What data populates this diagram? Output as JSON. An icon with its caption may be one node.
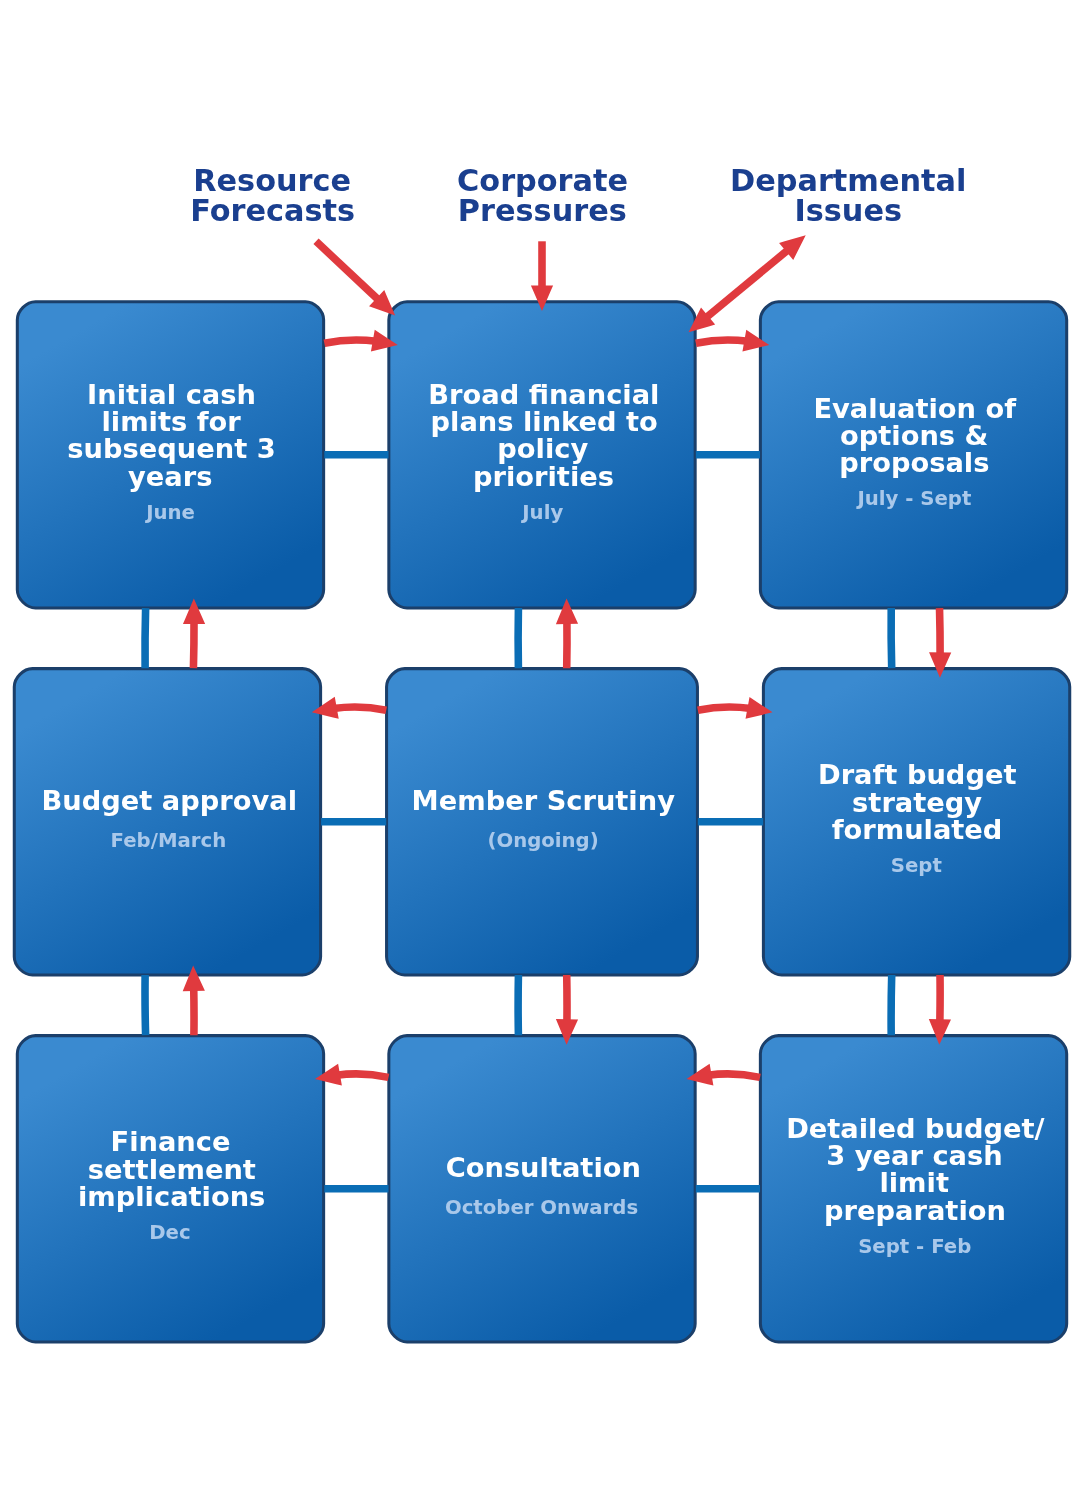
{
  "diagram": {
    "nodes": [
      {
        "text": [
          "Resource Forecasts"
        ]
      },
      {
        "text": [
          "Corporate Pressures"
        ]
      },
      {
        "text": [
          "Departmental Issues"
        ]
      },
      {
        "text": [
          "Initial cash limits for subsequent 3 years",
          "June"
        ]
      },
      {
        "text": [
          "Broad financial plans linked to policy priorities",
          "July"
        ]
      },
      {
        "text": [
          "Evaluation of options & proposals",
          "July - Sept"
        ]
      },
      {
        "text": [
          "Budget approval",
          "Feb/March"
        ]
      },
      {
        "text": [
          "Member Scrutiny",
          "(Ongoing)"
        ]
      },
      {
        "text": [
          "Draft budget strategy formulated",
          "Sept"
        ]
      },
      {
        "text": [
          "Finance settlement implications",
          "Dec"
        ]
      },
      {
        "text": [
          "Consultation",
          "October Onwards"
        ]
      },
      {
        "text": [
          "Detailed budget/ 3 year cash limit preparation",
          "Sept - Feb"
        ]
      }
    ],
    "edges": [
      {
        "from": 3,
        "to": 4,
        "arrow": "none",
        "color": "#0a6db5"
      },
      {
        "from": 4,
        "to": 5,
        "arrow": "none",
        "color": "#0a6db5"
      },
      {
        "from": 3,
        "to": 6,
        "arrow": "none",
        "color": "#0a6db5"
      },
      {
        "from": 4,
        "to": 7,
        "arrow": "none",
        "color": "#0a6db5"
      },
      {
        "from": 5,
        "to": 8,
        "arrow": "none",
        "color": "#0a6db5"
      },
      {
        "from": 6,
        "to": 7,
        "arrow": "none",
        "color": "#0a6db5"
      },
      {
        "from": 7,
        "to": 8,
        "arrow": "none",
        "color": "#0a6db5"
      },
      {
        "from": 6,
        "to": 9,
        "arrow": "none",
        "color": "#0a6db5"
      },
      {
        "from": 7,
        "to": 10,
        "arrow": "none",
        "color": "#0a6db5"
      },
      {
        "from": 8,
        "to": 11,
        "arrow": "none",
        "color": "#0a6db5"
      },
      {
        "from": 9,
        "to": 10,
        "arrow": "none",
        "color": "#0a6db5"
      },
      {
        "from": 10,
        "to": 11,
        "arrow": "none",
        "color": "#0a6db5"
      },
      {
        "from": 0,
        "to": 4,
        "arrow": "to"
      },
      {
        "from": 1,
        "to": 4,
        "arrow": "to"
      },
      {
        "from": 4,
        "to": 2,
        "arrow": "both"
      },
      {
        "from": 3,
        "to": 4,
        "arrow": "to"
      },
      {
        "from": 4,
        "to": 5,
        "arrow": "to"
      },
      {
        "from": 5,
        "to": 8,
        "arrow": "to"
      },
      {
        "from": 8,
        "to": 11,
        "arrow": "to"
      },
      {
        "from": 11,
        "to": 10,
        "arrow": "to"
      },
      {
        "from": 10,
        "to": 9,
        "arrow": "to"
      },
      {
        "from": 9,
        "to": 6,
        "arrow": "to"
      },
      {
        "from": 6,
        "to": 3,
        "arrow": "to"
      },
      {
        "from": 7,
        "to": 4,
        "arrow": "to"
      },
      {
        "from": 7,
        "to": 6,
        "arrow": "to"
      },
      {
        "from": 7,
        "to": 8,
        "arrow": "to"
      },
      {
        "from": 7,
        "to": 10,
        "arrow": "to"
      }
    ]
  }
}
